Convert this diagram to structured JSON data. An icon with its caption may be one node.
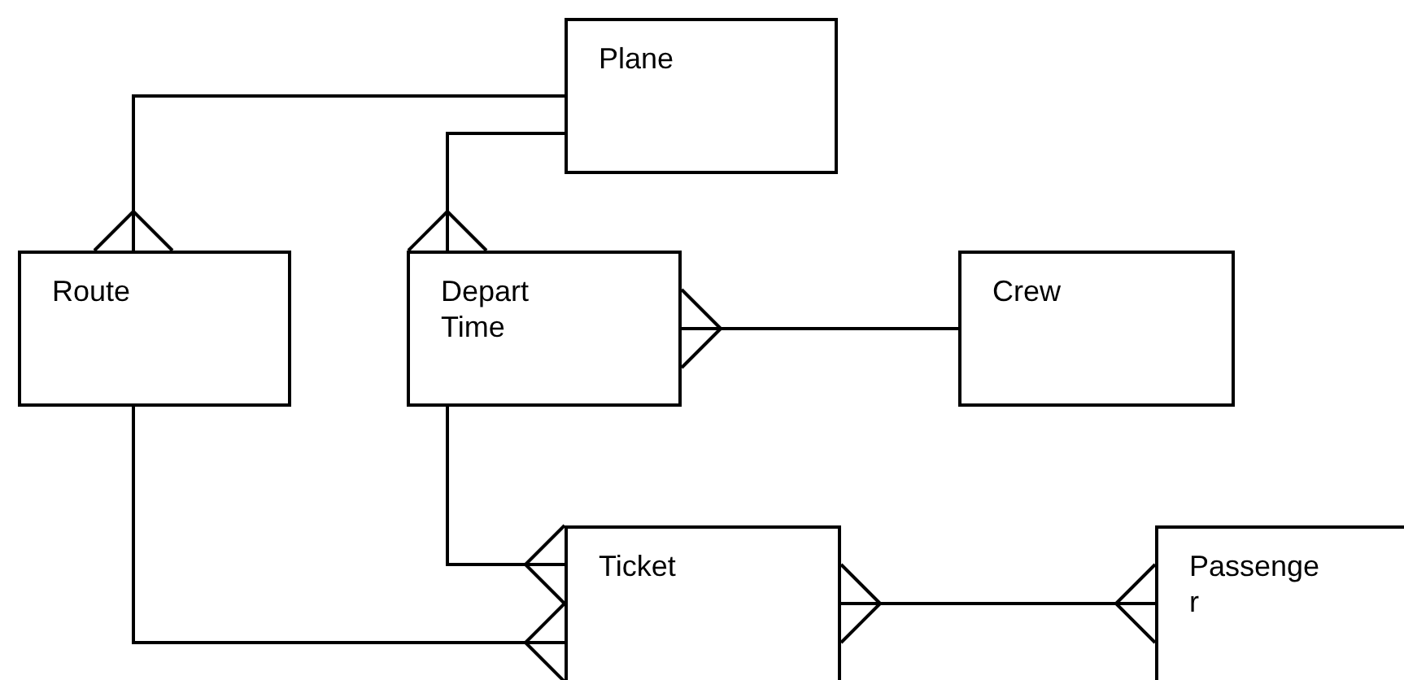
{
  "diagram": {
    "nodes": [
      {
        "text": [
          "Plane"
        ]
      },
      {
        "text": [
          "Route"
        ]
      },
      {
        "text": [
          "Depart Time"
        ]
      },
      {
        "text": [
          "Crew"
        ]
      },
      {
        "text": [
          "Ticket"
        ]
      },
      {
        "text": [
          "Passenger"
        ]
      }
    ],
    "edges": [
      {
        "from": 0,
        "to": 1,
        "arrow": "other"
      },
      {
        "from": 0,
        "to": 2,
        "arrow": "other"
      },
      {
        "from": 3,
        "to": 2,
        "arrow": "other"
      },
      {
        "from": 2,
        "to": 4,
        "arrow": "other"
      },
      {
        "from": 1,
        "to": 4,
        "arrow": "other"
      },
      {
        "from": 4,
        "to": 5,
        "arrow": "other"
      }
    ]
  }
}
